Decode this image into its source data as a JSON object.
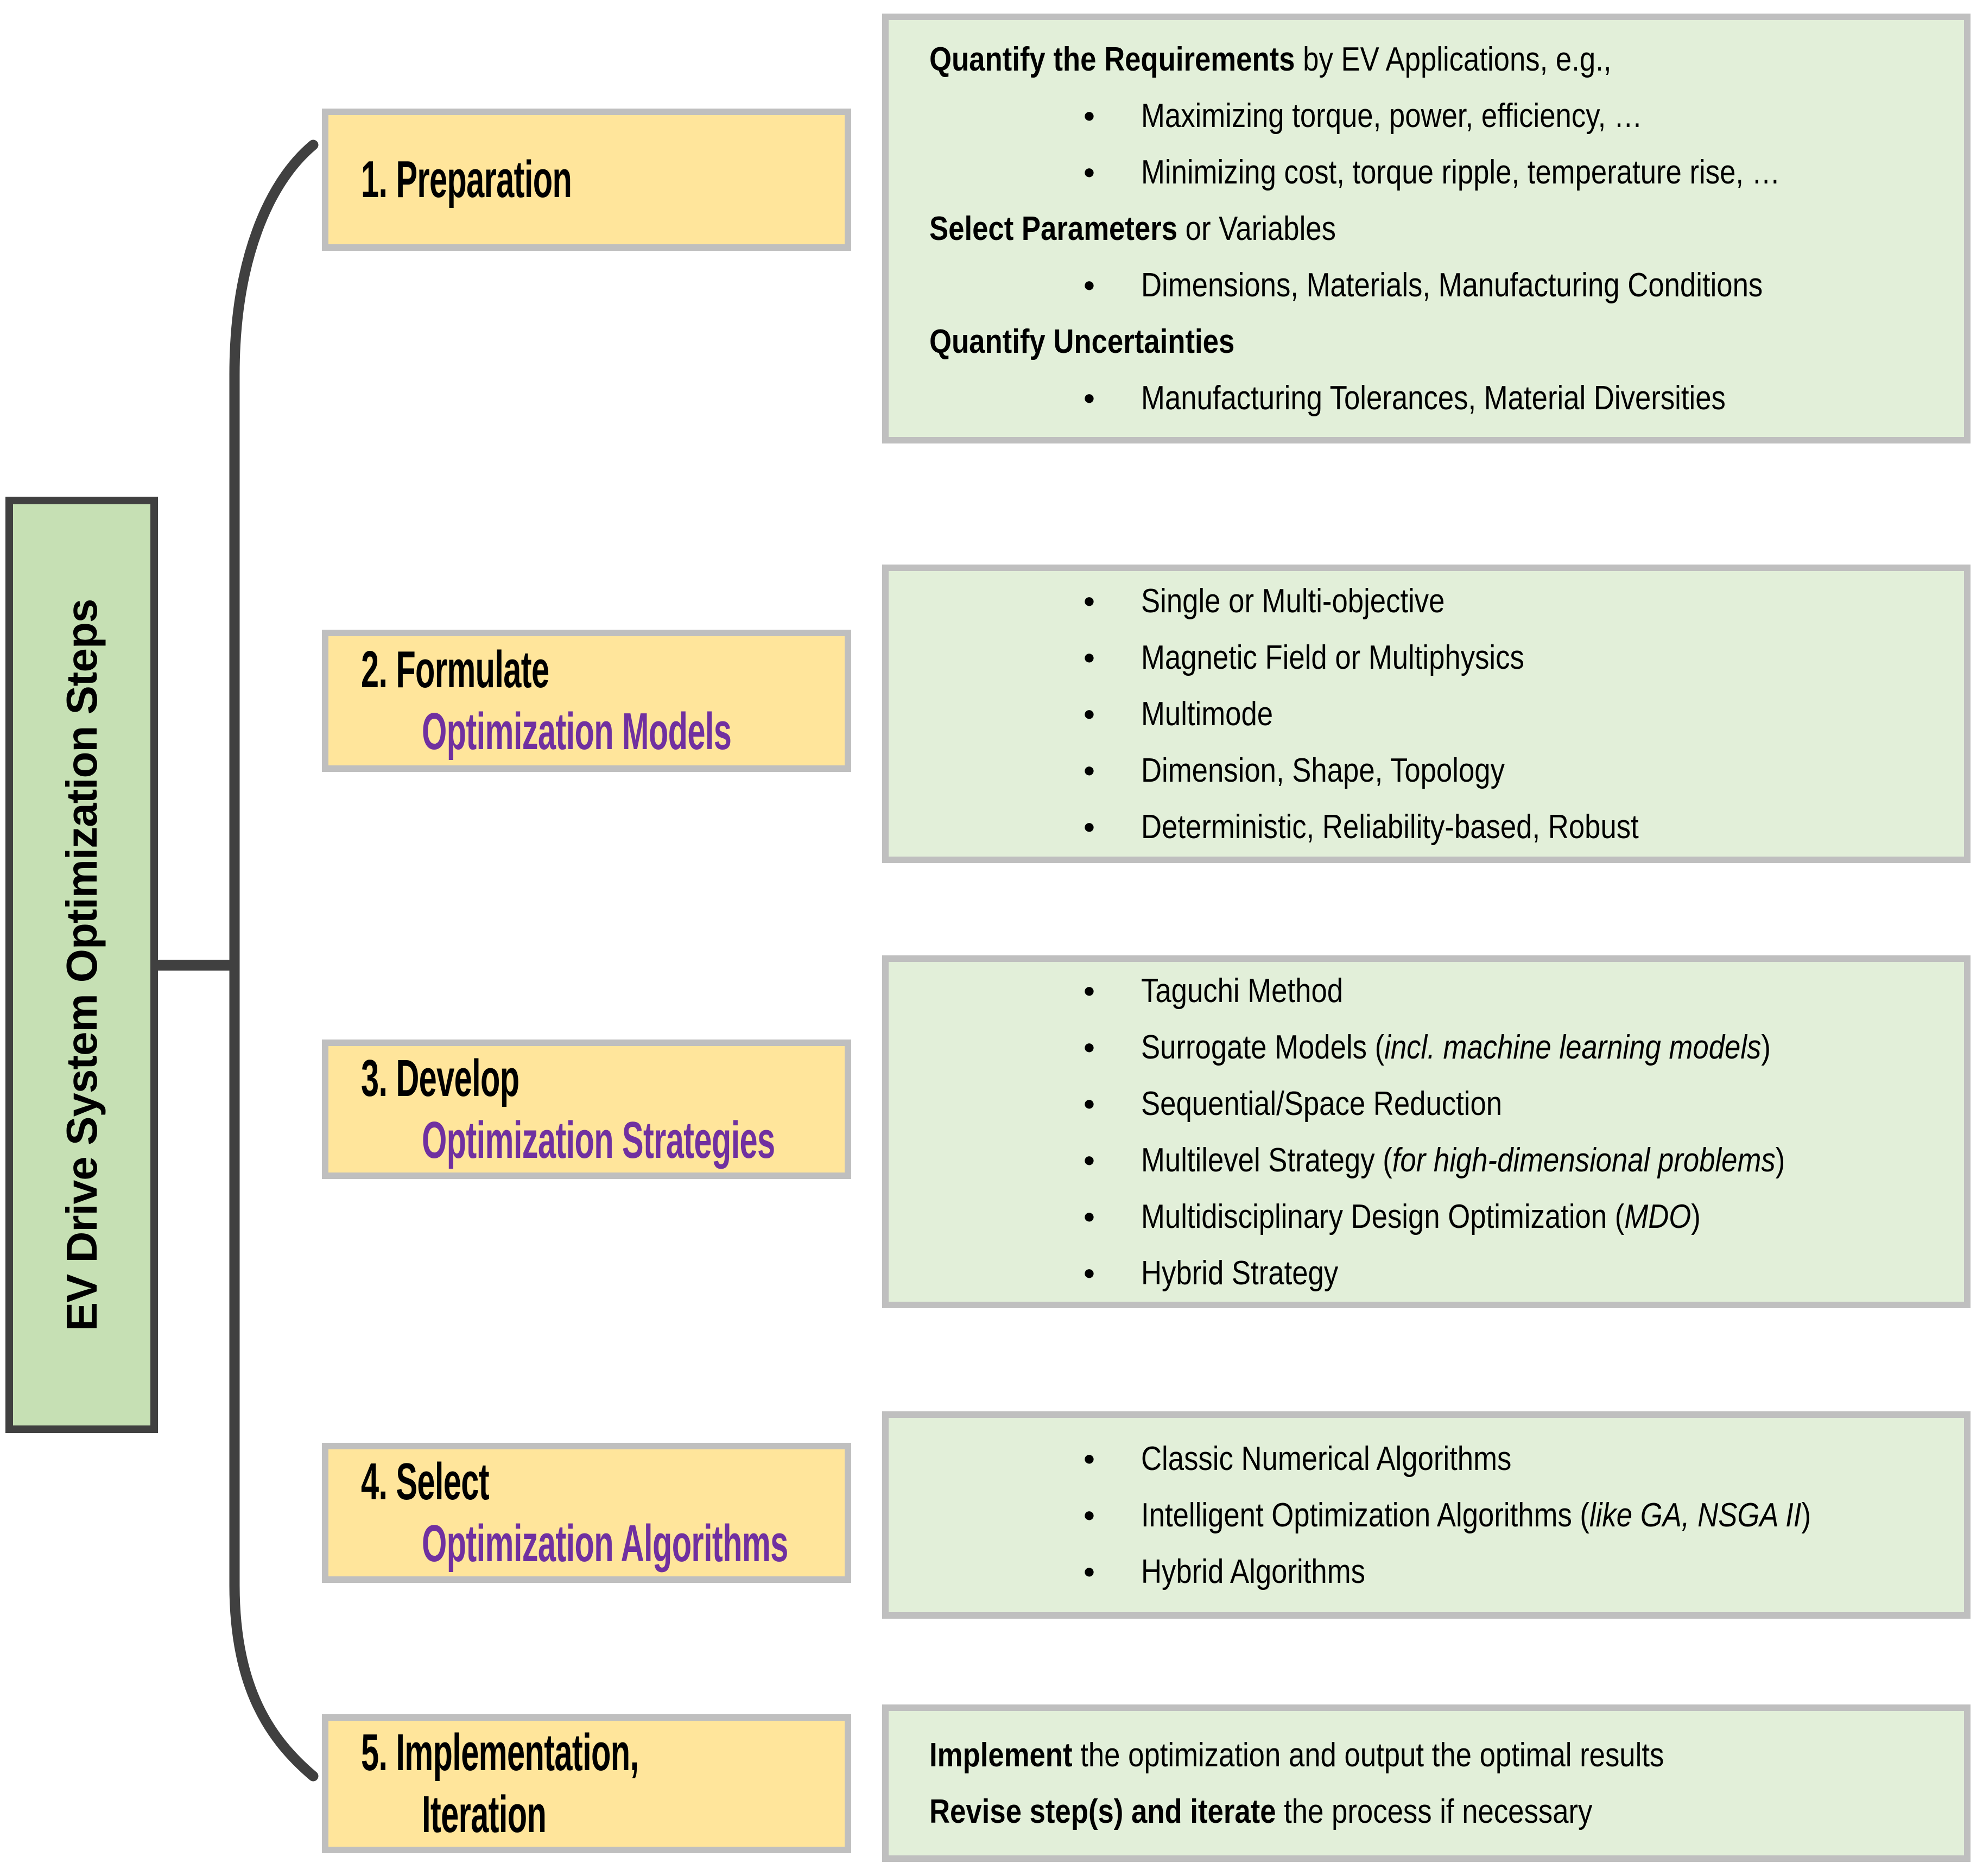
{
  "diagram": {
    "side_label": "EV Drive System Optimization Steps",
    "colors": {
      "yellow": "#FFE59B",
      "green_panel": "#E2EFD9",
      "green_side": "#C6E0B4",
      "purple": "#7030A0",
      "border_gray": "#BFBFBF",
      "line_dark": "#404040"
    },
    "bullet_glyph": "●",
    "steps": [
      {
        "title_lines": [
          {
            "text": "1. Preparation"
          }
        ],
        "details": [
          {
            "bullet": false,
            "runs": [
              {
                "t": "Quantify the Requirements",
                "b": true
              },
              {
                "t": " by EV Applications, e.g.,"
              }
            ]
          },
          {
            "bullet": true,
            "runs": [
              {
                "t": "Maximizing torque, power, efficiency, …"
              }
            ]
          },
          {
            "bullet": true,
            "runs": [
              {
                "t": "Minimizing cost, torque ripple, temperature rise, …"
              }
            ]
          },
          {
            "bullet": false,
            "runs": [
              {
                "t": "Select Parameters",
                "b": true
              },
              {
                "t": " or Variables"
              }
            ]
          },
          {
            "bullet": true,
            "runs": [
              {
                "t": "Dimensions, Materials, Manufacturing Conditions"
              }
            ]
          },
          {
            "bullet": false,
            "runs": [
              {
                "t": "Quantify Uncertainties",
                "b": true
              }
            ]
          },
          {
            "bullet": true,
            "runs": [
              {
                "t": "Manufacturing Tolerances, Material Diversities"
              }
            ]
          }
        ]
      },
      {
        "title_lines": [
          {
            "text": "2. Formulate"
          },
          {
            "text": "Optimization Models",
            "purple": true,
            "indent": true
          }
        ],
        "details": [
          {
            "bullet": true,
            "runs": [
              {
                "t": "Single or Multi-objective"
              }
            ]
          },
          {
            "bullet": true,
            "runs": [
              {
                "t": "Magnetic Field or Multiphysics"
              }
            ]
          },
          {
            "bullet": true,
            "runs": [
              {
                "t": "Multimode"
              }
            ]
          },
          {
            "bullet": true,
            "runs": [
              {
                "t": "Dimension, Shape, Topology"
              }
            ]
          },
          {
            "bullet": true,
            "runs": [
              {
                "t": "Deterministic, Reliability-based, Robust"
              }
            ]
          }
        ]
      },
      {
        "title_lines": [
          {
            "text": "3. Develop"
          },
          {
            "text": "Optimization Strategies",
            "purple": true,
            "indent": true
          }
        ],
        "details": [
          {
            "bullet": true,
            "runs": [
              {
                "t": "Taguchi Method"
              }
            ]
          },
          {
            "bullet": true,
            "runs": [
              {
                "t": "Surrogate Models ("
              },
              {
                "t": "incl. machine learning models",
                "i": true
              },
              {
                "t": ")"
              }
            ]
          },
          {
            "bullet": true,
            "runs": [
              {
                "t": "Sequential/Space Reduction"
              }
            ]
          },
          {
            "bullet": true,
            "runs": [
              {
                "t": "Multilevel Strategy ("
              },
              {
                "t": "for high-dimensional problems",
                "i": true
              },
              {
                "t": ")"
              }
            ]
          },
          {
            "bullet": true,
            "runs": [
              {
                "t": "Multidisciplinary Design Optimization ("
              },
              {
                "t": "MDO",
                "i": true
              },
              {
                "t": ")"
              }
            ]
          },
          {
            "bullet": true,
            "runs": [
              {
                "t": "Hybrid Strategy"
              }
            ]
          }
        ]
      },
      {
        "title_lines": [
          {
            "text": "4. Select"
          },
          {
            "text": "Optimization Algorithms",
            "purple": true,
            "indent": true
          }
        ],
        "details": [
          {
            "bullet": true,
            "runs": [
              {
                "t": "Classic Numerical Algorithms"
              }
            ]
          },
          {
            "bullet": true,
            "runs": [
              {
                "t": "Intelligent Optimization Algorithms ("
              },
              {
                "t": "like GA, NSGA II",
                "i": true
              },
              {
                "t": ")"
              }
            ]
          },
          {
            "bullet": true,
            "runs": [
              {
                "t": "Hybrid Algorithms"
              }
            ]
          }
        ]
      },
      {
        "title_lines": [
          {
            "text": "5. Implementation,"
          },
          {
            "text": "Iteration",
            "indent": true
          }
        ],
        "details": [
          {
            "bullet": false,
            "runs": [
              {
                "t": "Implement",
                "b": true
              },
              {
                "t": " the optimization and output the optimal results"
              }
            ]
          },
          {
            "bullet": false,
            "runs": [
              {
                "t": "Revise step(s) and iterate",
                "b": true
              },
              {
                "t": " the process if necessary"
              }
            ]
          }
        ]
      }
    ]
  }
}
